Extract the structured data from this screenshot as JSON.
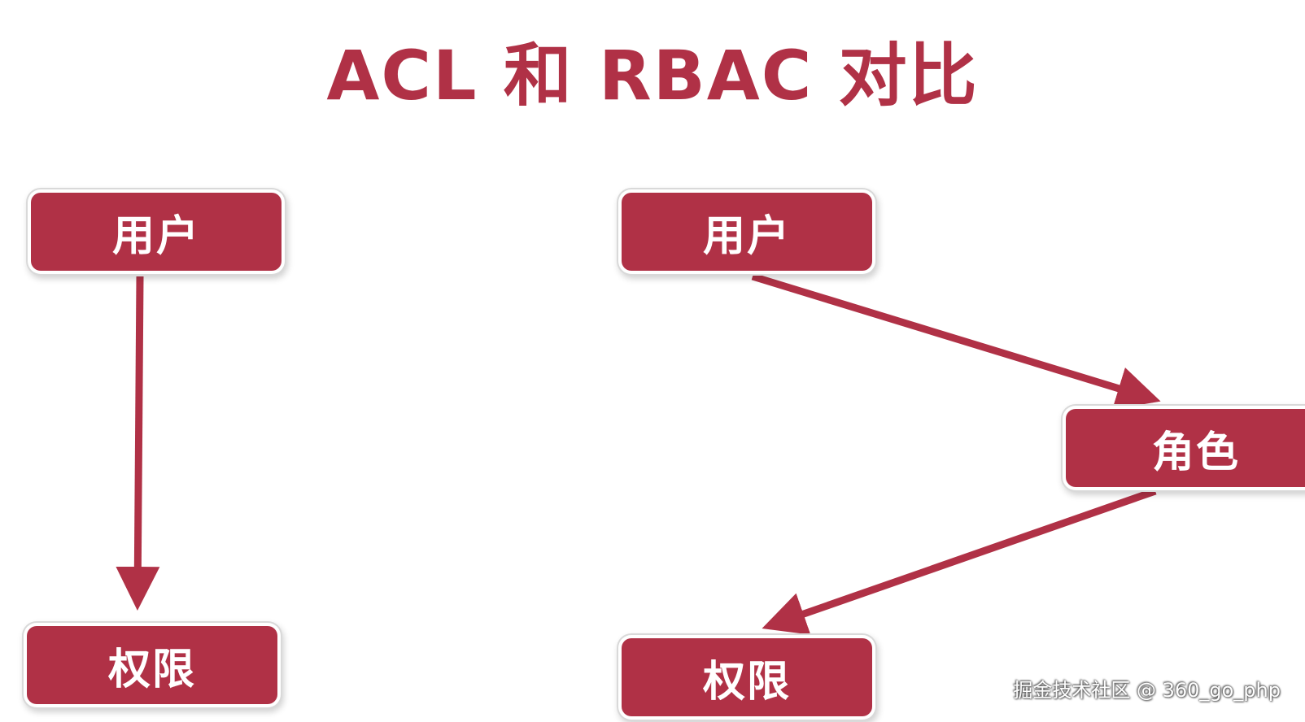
{
  "title": "ACL 和 RBAC 对比",
  "colors": {
    "node_fill": "#b03146",
    "arrow": "#b03146",
    "title": "#b03146",
    "node_text": "#ffffff"
  },
  "acl": {
    "user_label": "用户",
    "permission_label": "权限"
  },
  "rbac": {
    "user_label": "用户",
    "role_label": "角色",
    "permission_label": "权限"
  },
  "watermark": "掘金技术社区 @ 360_go_php"
}
